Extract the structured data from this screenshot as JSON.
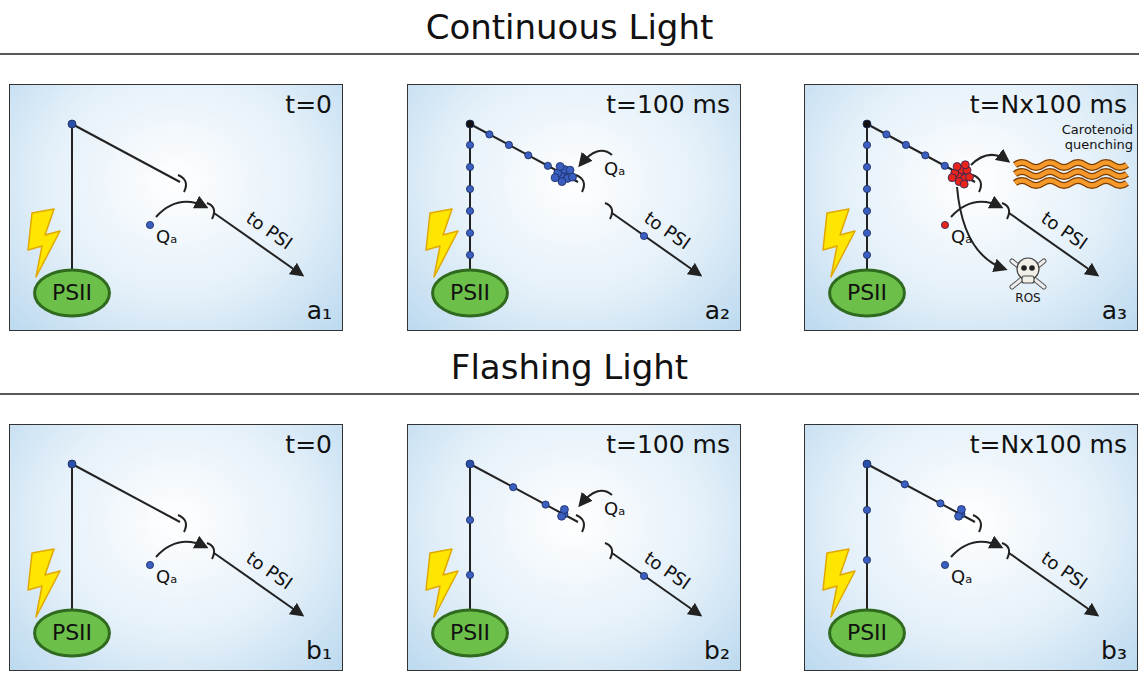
{
  "diagram": {
    "title": "Continuous Light",
    "nodes": [
      {
        "text": [
          "t=0",
          "a₁"
        ]
      },
      {
        "text": [
          "PSII"
        ],
        "in": 0
      },
      {
        "text": [
          "t=100 ms",
          "a₂"
        ]
      },
      {
        "text": [
          "PSII"
        ],
        "in": 2
      },
      {
        "text": [
          "t=Nx100 ms",
          "a₃"
        ]
      },
      {
        "text": [
          "PSII"
        ],
        "in": 4
      },
      {
        "text": [
          "t=0",
          "b₁"
        ]
      },
      {
        "text": [
          "PSII"
        ],
        "in": 6
      },
      {
        "text": [
          "t=100 ms",
          "b₂"
        ]
      },
      {
        "text": [
          "PSII"
        ],
        "in": 8
      },
      {
        "text": [
          "t=Nx100 ms",
          "b₃"
        ]
      },
      {
        "text": [
          "PSII"
        ],
        "in": 10
      }
    ],
    "labels": [
      "Flashing Light",
      "Qₐ",
      "to PSI",
      "Qₐ",
      "to PSI",
      "Qₐ",
      "to PSI",
      "Carotenoid quenching",
      "ROS",
      "Qₐ",
      "to PSI",
      "Qₐ",
      "to PSI",
      "Qₐ",
      "to PSI"
    ]
  }
}
